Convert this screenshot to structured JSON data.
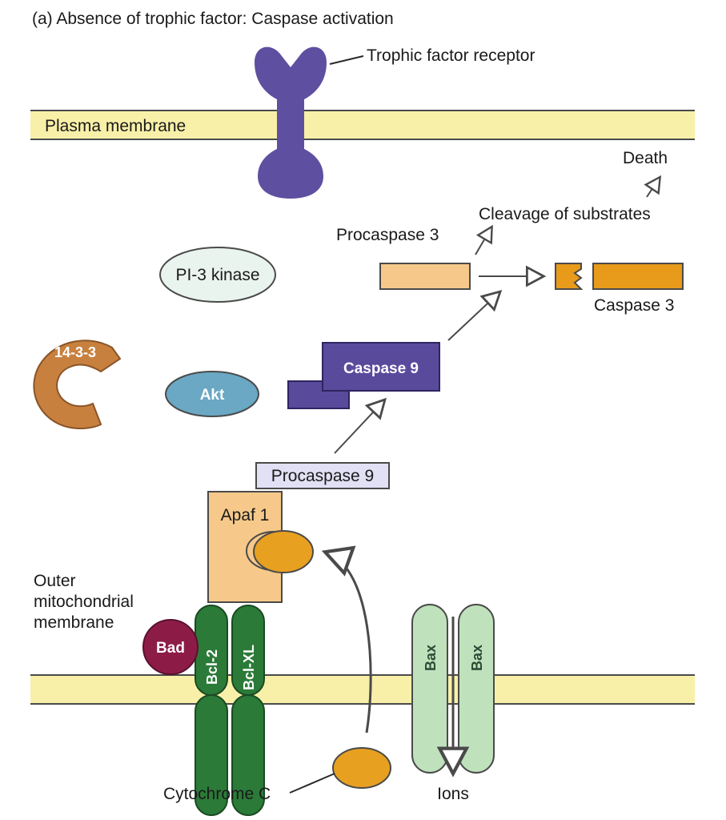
{
  "title": "(a) Absence of trophic factor: Caspase activation",
  "labels": {
    "trophic_factor_receptor": "Trophic factor receptor",
    "plasma_membrane": "Plasma membrane",
    "death": "Death",
    "cleavage_of_substrates": "Cleavage of substrates",
    "procaspase_3": "Procaspase 3",
    "caspase_3": "Caspase 3",
    "pi3_kinase": "PI-3 kinase",
    "protein_14_3_3": "14-3-3",
    "akt": "Akt",
    "caspase_9": "Caspase 9",
    "procaspase_9": "Procaspase 9",
    "apaf_1": "Apaf 1",
    "outer_membrane_line1": "Outer",
    "outer_membrane_line2": "mitochondrial",
    "outer_membrane_line3": "membrane",
    "bad": "Bad",
    "bcl_2": "Bcl-2",
    "bcl_xl": "Bcl-XL",
    "bax_left": "Bax",
    "bax_right": "Bax",
    "cytochrome_c": "Cytochrome C",
    "ions": "Ions"
  },
  "colors": {
    "membrane": "#f8f0a8",
    "membrane_edge": "#4a4a4a",
    "receptor": "#5f4fa0",
    "caspase_9": "#5a4a9c",
    "procaspase_9": "#e2e0f4",
    "procaspase_3": "#f6c98a",
    "caspase_3": "#e89a1a",
    "cytochrome": "#e8a020",
    "apaf": "#f6c98a",
    "akt": "#6aa8c4",
    "pi3": "#eaf4ee",
    "protein_14_3_3": "#c8803e",
    "bad": "#8c1c46",
    "bcl": "#2b7a38",
    "bax": "#bfe2bc"
  }
}
